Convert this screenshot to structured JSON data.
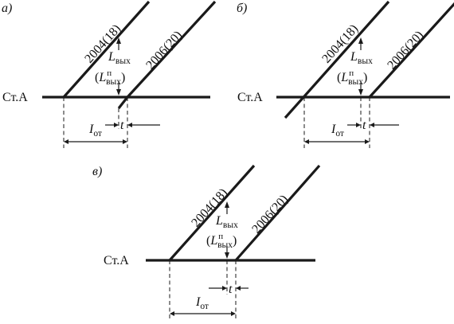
{
  "panels": [
    {
      "letter": "а)",
      "station": "Ст.А",
      "train_left": "2004(18)",
      "train_right": "2006(20)",
      "l_main": "L",
      "l_sub": "вых",
      "l_sup": "п",
      "open_paren": "(",
      "close_paren": ")",
      "interval_main": "I",
      "interval_sub": "от",
      "t_label": "t"
    },
    {
      "letter": "б)",
      "station": "Ст.А",
      "train_left": "2004(18)",
      "train_right": "2006(20)",
      "l_main": "L",
      "l_sub": "вых",
      "l_sup": "п",
      "open_paren": "(",
      "close_paren": ")",
      "interval_main": "I",
      "interval_sub": "от",
      "t_label": "t"
    },
    {
      "letter": "в)",
      "station": "Ст.А",
      "train_left": "2004(18)",
      "train_right": "2006(20)",
      "l_main": "L",
      "l_sub": "вых",
      "l_sup": "п",
      "open_paren": "(",
      "close_paren": ")",
      "interval_main": "I",
      "interval_sub": "от",
      "t_label": "t"
    }
  ]
}
